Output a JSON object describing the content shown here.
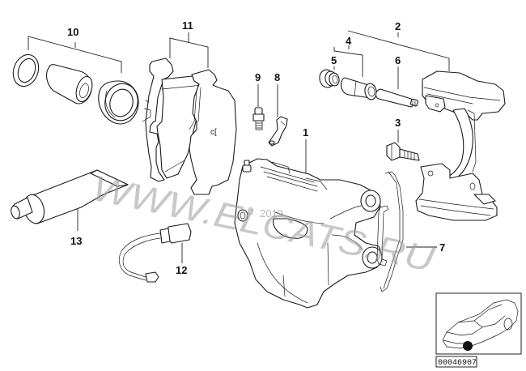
{
  "diagram": {
    "type": "exploded-parts-diagram",
    "subject": "Front brake caliper assembly",
    "callouts": [
      {
        "id": "1",
        "label": "1",
        "part": "brake-caliper-housing"
      },
      {
        "id": "2",
        "label": "2",
        "part": "caliper-carrier"
      },
      {
        "id": "3",
        "label": "3",
        "part": "hex-bolt"
      },
      {
        "id": "4",
        "label": "4",
        "part": "guide-sleeve-set"
      },
      {
        "id": "5",
        "label": "5",
        "part": "guide-bushing-boot"
      },
      {
        "id": "6",
        "label": "6",
        "part": "guide-pin"
      },
      {
        "id": "7",
        "label": "7",
        "part": "anti-rattle-spring"
      },
      {
        "id": "8",
        "label": "8",
        "part": "bracket-clip"
      },
      {
        "id": "9",
        "label": "9",
        "part": "bleeder-valve"
      },
      {
        "id": "10",
        "label": "10",
        "part": "piston-repair-kit"
      },
      {
        "id": "11",
        "label": "11",
        "part": "brake-pad-set"
      },
      {
        "id": "12",
        "label": "12",
        "part": "brake-wear-sensor"
      },
      {
        "id": "13",
        "label": "13",
        "part": "grease-tube"
      }
    ],
    "watermark": {
      "text": "WWW.ELCATS.RU",
      "year_stamp": "2019",
      "year_prefix": "0"
    },
    "thumbnail": {
      "label": "00046907",
      "marker": "front-left-wheel"
    }
  }
}
